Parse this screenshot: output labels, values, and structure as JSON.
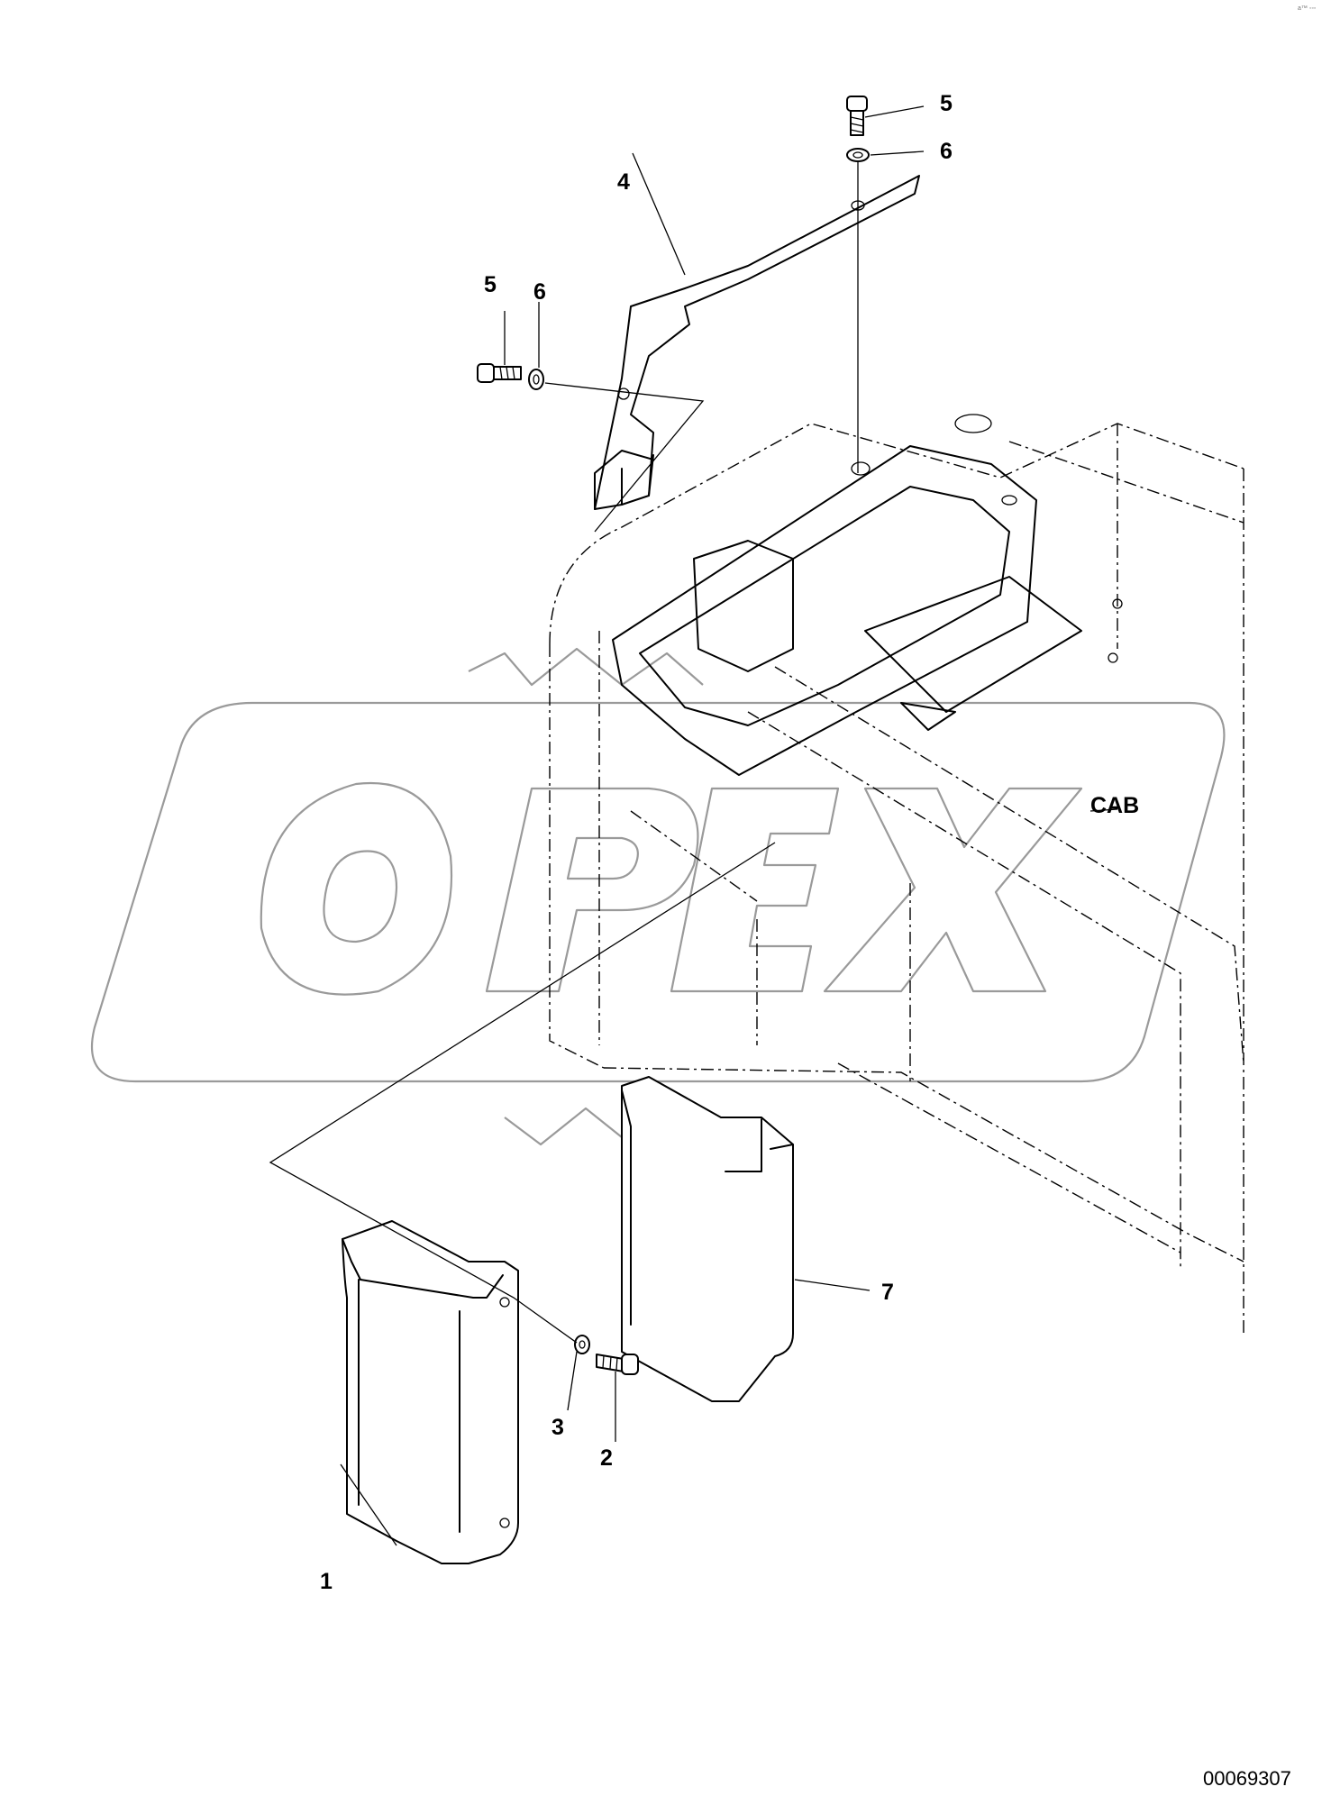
{
  "callouts": {
    "c1": "1",
    "c2": "2",
    "c3": "3",
    "c4": "4",
    "c5_top": "5",
    "c6_top": "6",
    "c5_left": "5",
    "c6_left": "6",
    "c7": "7"
  },
  "area_label": "CAB",
  "document_number": "00069307",
  "corner_mark": "a™ ◦◦◦"
}
